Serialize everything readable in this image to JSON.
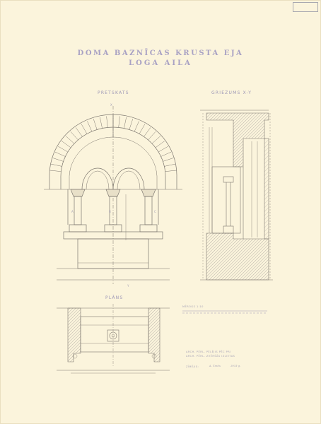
{
  "stamp": {
    "line1": "",
    "line2": "",
    "line3": ""
  },
  "title": {
    "line1": "DOMA BAZNĪCAS KRUSTA EJA",
    "line2": "LOGA AILA"
  },
  "views": {
    "front": "PRETSKATS",
    "section": "GRIEZUMS X-Y",
    "plan": "PLĀNS"
  },
  "letters": {
    "x": "X",
    "y": "Y",
    "a": "A",
    "b": "B",
    "c": "C"
  },
  "scale_label": "MĒROGS 1:10",
  "notes": {
    "line1": "ARCH. PĒRL. PĒLĒJIS PĒC PRI",
    "line2": "ARCH. PĒRL. ZVĒRŠĀS IZLIETAS",
    "drawn_label": "ZĪMĒJIS:",
    "drawn_sig": "A. Šmits",
    "drawn_year": "1933 g."
  },
  "colors": {
    "paper": "#fbf4dc",
    "ink": "#7d776f",
    "hatch": "#9b9590",
    "title": "#a9a2c4"
  }
}
